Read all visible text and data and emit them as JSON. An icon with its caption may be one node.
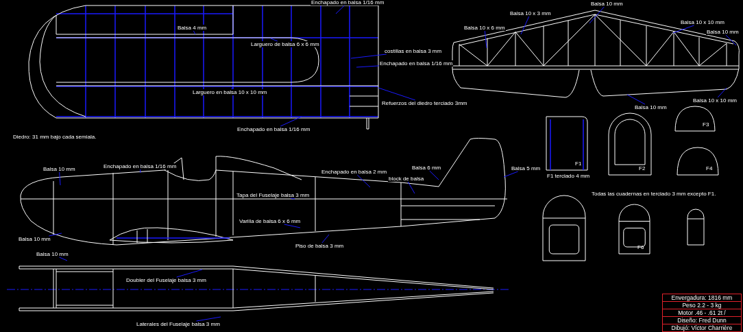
{
  "diagram": {
    "nodes": [
      {
        "text": [
          "Enchapado en balsa 1/16 mm"
        ]
      },
      {
        "text": [
          "Balsa 4 mm"
        ]
      },
      {
        "text": [
          "Larguero de balsa 6 x 6 mm"
        ]
      },
      {
        "text": [
          "costillas en balsa 3 mm"
        ]
      },
      {
        "text": [
          "Enchapado en balsa 1/16 mm"
        ]
      },
      {
        "text": [
          "Larguero en balsa 10 x 10 mm"
        ]
      },
      {
        "text": [
          "Refuerzos del diedro terciado 3mm"
        ]
      },
      {
        "text": [
          "Enchapado en balsa 1/16 mm"
        ]
      },
      {
        "text": [
          "Balsa 10 mm"
        ]
      },
      {
        "text": [
          "Balsa 10 x 3 mm"
        ]
      },
      {
        "text": [
          "Balsa 10 x 6 mm"
        ]
      },
      {
        "text": [
          "Balsa 10 x 10 mm"
        ]
      },
      {
        "text": [
          "Balsa 10 mm"
        ]
      },
      {
        "text": [
          "Balsa 10 x 10 mm"
        ]
      },
      {
        "text": [
          "Balsa 10 mm"
        ]
      },
      {
        "text": [
          "Balsa 10 mm"
        ]
      },
      {
        "text": [
          "Enchapado en balsa 1/16 mm"
        ]
      },
      {
        "text": [
          "Enchapado en balsa 2 mm"
        ]
      },
      {
        "text": [
          "block de balsa"
        ]
      },
      {
        "text": [
          "Balsa 6 mm"
        ]
      },
      {
        "text": [
          "Balsa 5 mm"
        ]
      },
      {
        "text": [
          "Tapa del Fuselaje balsa 3 mm"
        ]
      },
      {
        "text": [
          "Varilla de balsa 6 x 6 mm"
        ]
      },
      {
        "text": [
          "Piso de balsa 3 mm"
        ]
      },
      {
        "text": [
          "Balsa 10 mm"
        ]
      },
      {
        "text": [
          "Balsa 10 mm"
        ]
      },
      {
        "text": [
          "Doubler del Fuselaje balsa 3 mm"
        ]
      },
      {
        "text": [
          "Laterales del Fuselaje balsa 3 mm"
        ]
      },
      {
        "text": [
          "F1"
        ],
        "beside": [
          "F1 terciado 4 mm"
        ]
      },
      {
        "text": [
          "F2"
        ]
      },
      {
        "text": [
          "F3"
        ]
      },
      {
        "text": [
          "F4"
        ]
      },
      {
        "text": [],
        "shape": "arch"
      },
      {
        "text": [
          "F6"
        ]
      },
      {
        "text": [],
        "shape": "arch"
      }
    ],
    "edges": [
      {
        "from": 0,
        "to": null,
        "arrow": "none"
      },
      {
        "from": 1,
        "to": null,
        "arrow": "none"
      },
      {
        "from": 2,
        "to": null,
        "arrow": "none"
      },
      {
        "from": 3,
        "to": null,
        "arrow": "none"
      },
      {
        "from": 4,
        "to": null,
        "arrow": "none"
      },
      {
        "from": 5,
        "to": null,
        "arrow": "none"
      },
      {
        "from": 6,
        "to": null,
        "arrow": "none"
      },
      {
        "from": 7,
        "to": null,
        "arrow": "none"
      },
      {
        "from": 8,
        "to": null,
        "arrow": "none"
      },
      {
        "from": 9,
        "to": null,
        "arrow": "none"
      },
      {
        "from": 10,
        "to": null,
        "arrow": "none"
      },
      {
        "from": 11,
        "to": null,
        "arrow": "none"
      },
      {
        "from": 12,
        "to": null,
        "arrow": "none"
      },
      {
        "from": 13,
        "to": null,
        "arrow": "none"
      },
      {
        "from": 14,
        "to": null,
        "arrow": "none"
      },
      {
        "from": 15,
        "to": null,
        "arrow": "none"
      },
      {
        "from": 16,
        "to": null,
        "arrow": "none"
      },
      {
        "from": 17,
        "to": null,
        "arrow": "none"
      },
      {
        "from": 18,
        "to": null,
        "arrow": "none"
      },
      {
        "from": 19,
        "to": null,
        "arrow": "none"
      },
      {
        "from": 20,
        "to": null,
        "arrow": "none"
      },
      {
        "from": 21,
        "to": null,
        "arrow": "none"
      },
      {
        "from": 22,
        "to": null,
        "arrow": "none"
      },
      {
        "from": 23,
        "to": null,
        "arrow": "none"
      },
      {
        "from": 24,
        "to": null,
        "arrow": "none"
      },
      {
        "from": 25,
        "to": null,
        "arrow": "none"
      },
      {
        "from": 26,
        "to": null,
        "arrow": "none"
      },
      {
        "from": 27,
        "to": null,
        "arrow": "none"
      }
    ],
    "labels": [
      "Diedro: 31 mm bajo cada semiala.",
      "Todas las cuadernas en terciado 3 mm excepto F1.",
      "Envergadura: 1816 mm",
      "Peso 2.2 - 3 kg",
      "Motor .46 - .61 2t /",
      "Diseño: Fred Dunn",
      "Dibujó: Víctor Charrière"
    ]
  }
}
